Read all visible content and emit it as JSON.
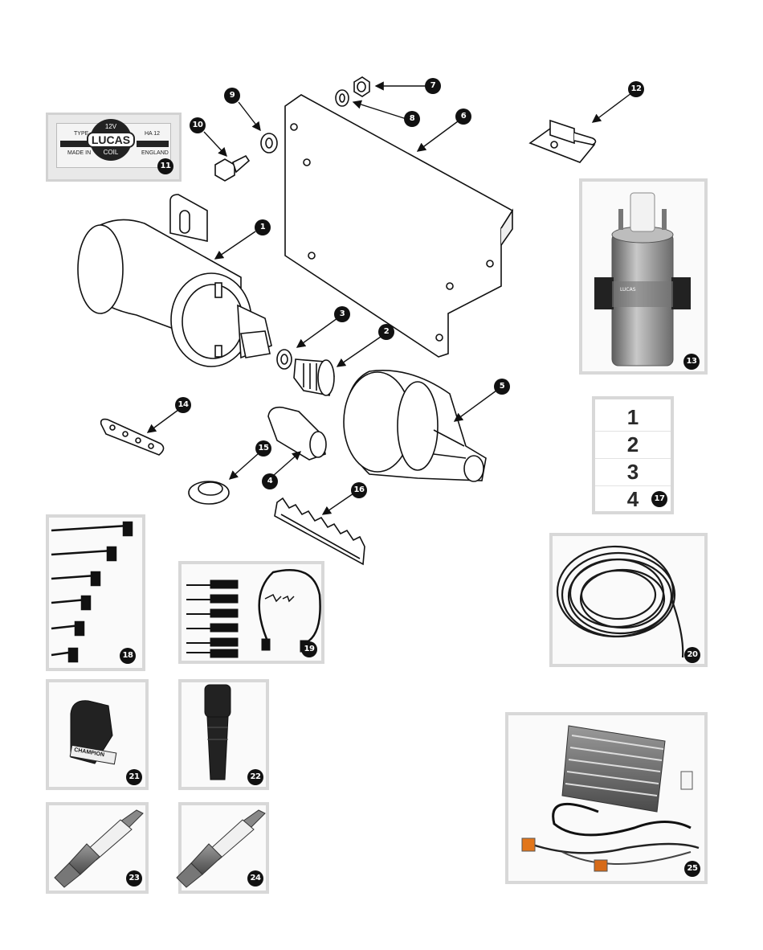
{
  "callouts": [
    "1",
    "2",
    "3",
    "4",
    "5",
    "6",
    "7",
    "8",
    "9",
    "10",
    "11",
    "12",
    "13",
    "14",
    "15",
    "16",
    "17",
    "18",
    "19",
    "20",
    "21",
    "22",
    "23",
    "24",
    "25"
  ],
  "badge": {
    "type": "TYPE",
    "voltage": "12V",
    "model": "HA 12",
    "brand": "LUCAS",
    "product": "COIL",
    "made_in": "MADE IN",
    "country": "ENGLAND"
  },
  "number_list": [
    "1",
    "2",
    "3",
    "4"
  ],
  "coil_label": "LUCAS",
  "champion_label": "CHAMPION",
  "colors": {
    "ink": "#111111",
    "frame": "#d8d8d8",
    "metal": "#8a8a8a"
  }
}
